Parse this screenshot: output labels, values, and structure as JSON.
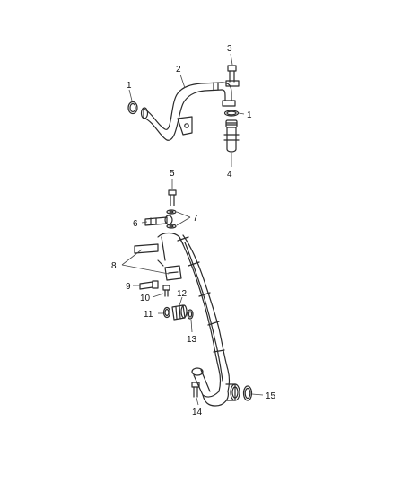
{
  "callouts": {
    "c1a": "1",
    "c1b": "1",
    "c2": "2",
    "c3": "3",
    "c4": "4",
    "c5": "5",
    "c6": "6",
    "c7": "7",
    "c8": "8",
    "c9": "9",
    "c10": "10",
    "c11": "11",
    "c12": "12",
    "c13": "13",
    "c14": "14",
    "c15": "15"
  }
}
